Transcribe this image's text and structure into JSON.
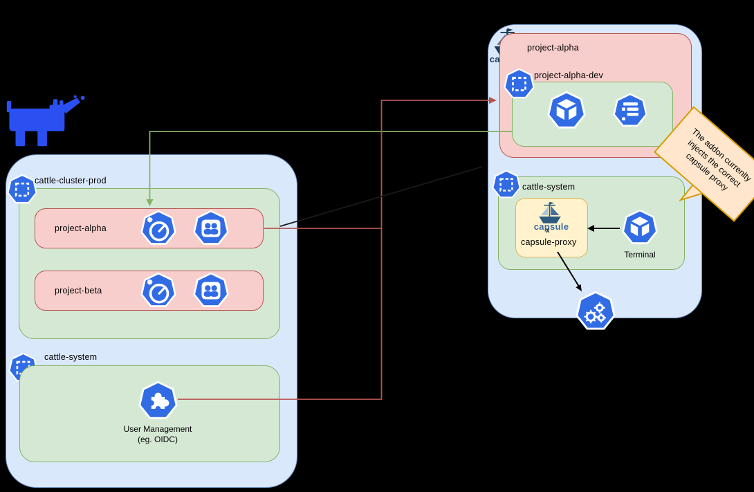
{
  "colors": {
    "background": "#000000",
    "cluster_fill": "#dae8fc",
    "cluster_stroke": "#6c8ebf",
    "namespace_fill": "#d5e8d4",
    "namespace_stroke": "#82b366",
    "project_fill": "#f8cecc",
    "project_stroke": "#b85450",
    "proxy_fill": "#fff2cc",
    "proxy_stroke": "#d6b656",
    "note_fill": "#ffe6cc",
    "note_stroke": "#d79b00",
    "k8s_icon_blue": "#326ce5",
    "rancher_blue": "#2b50f2",
    "arrow_green": "#82b366",
    "arrow_red": "#b85450",
    "arrow_black": "#000000"
  },
  "left_cluster": {
    "title": "cattle-cluster-prod",
    "projects": [
      {
        "name": "project-alpha"
      },
      {
        "name": "project-beta"
      }
    ],
    "system": {
      "label": "cattle-system",
      "component_line1": "User Management",
      "component_line2": "(eg. OIDC)"
    }
  },
  "right_cluster": {
    "logo_wordmark": "capsule",
    "project": {
      "title": "project-alpha",
      "namespace_label": "project-alpha-dev"
    },
    "system": {
      "label": "cattle-system",
      "proxy_wordmark": "capsule",
      "proxy_x": "x",
      "proxy_label": "capsule-proxy",
      "terminal_label": "Terminal"
    }
  },
  "note": {
    "line1": "The addon currenlty",
    "line2": "injects the correct",
    "line3": "capsule proxy"
  }
}
